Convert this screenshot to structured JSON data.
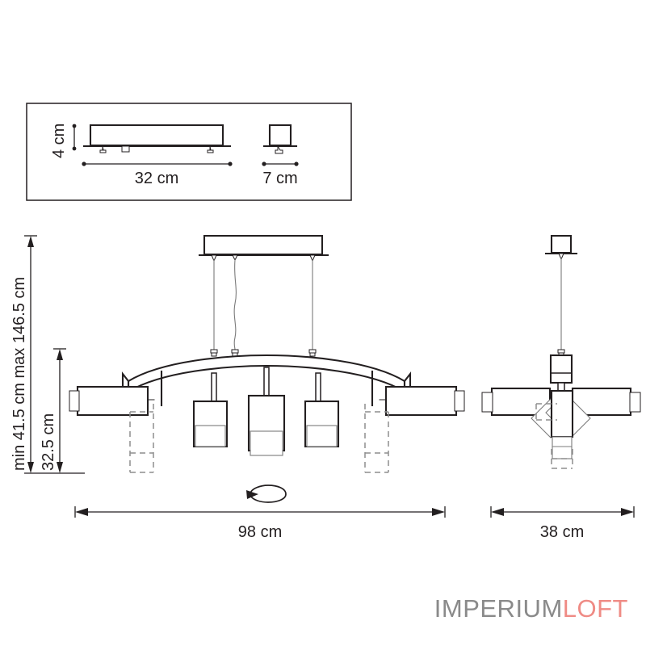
{
  "document": {
    "title": "Chandelier dimensional drawing",
    "units": "cm"
  },
  "inset_box": {
    "name": "canopy-detail-box",
    "views": [
      {
        "name": "canopy-front-view",
        "label": "32 cm",
        "dimension_value": 32
      },
      {
        "name": "canopy-side-view",
        "label": "7 cm",
        "dimension_value": 7
      }
    ],
    "height_label": "4 cm",
    "height_value": 4
  },
  "dimensions": {
    "drop_range_label": "min 41.5 cm max 146.5 cm",
    "drop_min": 41.5,
    "drop_max": 146.5,
    "fixture_height_label": "32.5 cm",
    "fixture_height": 32.5,
    "width_label": "98 cm",
    "width_value": 98,
    "depth_label": "38 cm",
    "depth_value": 38
  },
  "views": {
    "front": {
      "name": "front-elevation",
      "lamp_count": 7,
      "rotation_indicator": "rotation-arrow-icon"
    },
    "side": {
      "name": "side-elevation"
    }
  },
  "logo": {
    "primary_text": "IMPERIUM",
    "accent_text": "LOFT",
    "primary_color": "#8a8a8a",
    "accent_color": "#ef8b85"
  },
  "colors": {
    "line": "#231f20",
    "light_line": "#7b7b7b",
    "dashed_line": "#8d8d8d",
    "background": "#ffffff"
  }
}
